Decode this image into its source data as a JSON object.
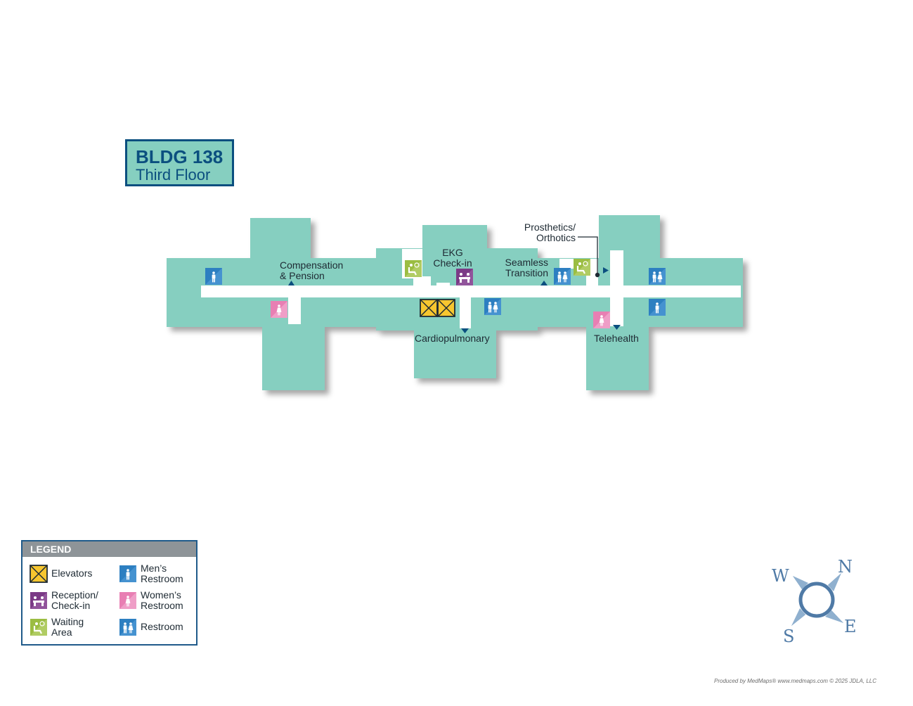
{
  "header": {
    "building": "BLDG 138",
    "floor": "Third Floor"
  },
  "labels": {
    "compensation_line1": "Compensation",
    "compensation_line2": "& Pension",
    "ekg_line1": "EKG",
    "ekg_line2": "Check-in",
    "seamless_line1": "Seamless",
    "seamless_line2": "Transition",
    "prosthetics_line1": "Prosthetics/",
    "prosthetics_line2": "Orthotics",
    "cardiopulmonary": "Cardiopulmonary",
    "telehealth": "Telehealth"
  },
  "legend": {
    "title": "LEGEND",
    "items": [
      {
        "line1": "Elevators",
        "line2": "",
        "icon": "elevator-icon"
      },
      {
        "line1": "Reception/",
        "line2": "Check-in",
        "icon": "reception-icon"
      },
      {
        "line1": "Waiting",
        "line2": "Area",
        "icon": "waiting-area-icon"
      },
      {
        "line1": "Men’s",
        "line2": "Restroom",
        "icon": "mens-restroom-icon"
      },
      {
        "line1": "Women’s",
        "line2": "Restroom",
        "icon": "womens-restroom-icon"
      },
      {
        "line1": "Restroom",
        "line2": "",
        "icon": "restroom-icon"
      }
    ]
  },
  "compass": {
    "n": "N",
    "s": "S",
    "e": "E",
    "w": "W"
  },
  "credit": "Produced by MedMaps® www.medmaps.com  © 2025 JDLA, LLC",
  "colors": {
    "floor": "#86cfc0",
    "corridor": "#ffffff",
    "title_text": "#0b4f7f",
    "mens": "#2d7fc1",
    "womens": "#e87fb3",
    "reception": "#7b3a86",
    "waiting": "#9bbd42",
    "elevator": "#f7c62f",
    "compass": "#4f7aa6"
  }
}
